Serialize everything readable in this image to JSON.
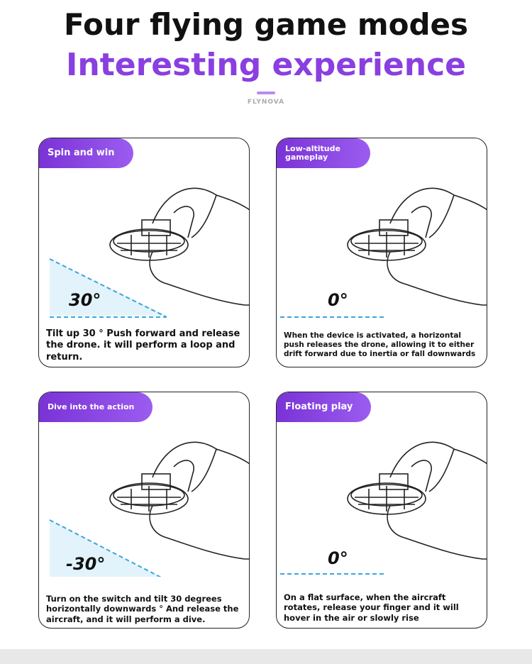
{
  "header": {
    "title": "Four flying game modes",
    "subtitle": "Interesting experience",
    "brand": "FLYNOVA"
  },
  "cards": [
    {
      "tag": "Spin and win",
      "angle": "30°",
      "desc": "Tilt up 30 ° Push forward and release the drone. it will perform a loop and return."
    },
    {
      "tag": "Low-altitude gameplay",
      "angle": "0°",
      "desc": "When the device is activated, a horizontal push releases the drone, allowing it to either drift forward due to inertia or fall downwards"
    },
    {
      "tag": "Dive into the action",
      "angle": "-30°",
      "desc": "Turn on the switch and tilt 30 degrees horizontally downwards ° And release the aircraft, and it will perform a dive."
    },
    {
      "tag": "Floating play",
      "angle": "0°",
      "desc": "On a flat surface, when the aircraft rotates, release your finger and it will hover in the air or slowly rise"
    }
  ],
  "colors": {
    "accent": "#8a3fe0",
    "dash": "#3aa6dd"
  }
}
